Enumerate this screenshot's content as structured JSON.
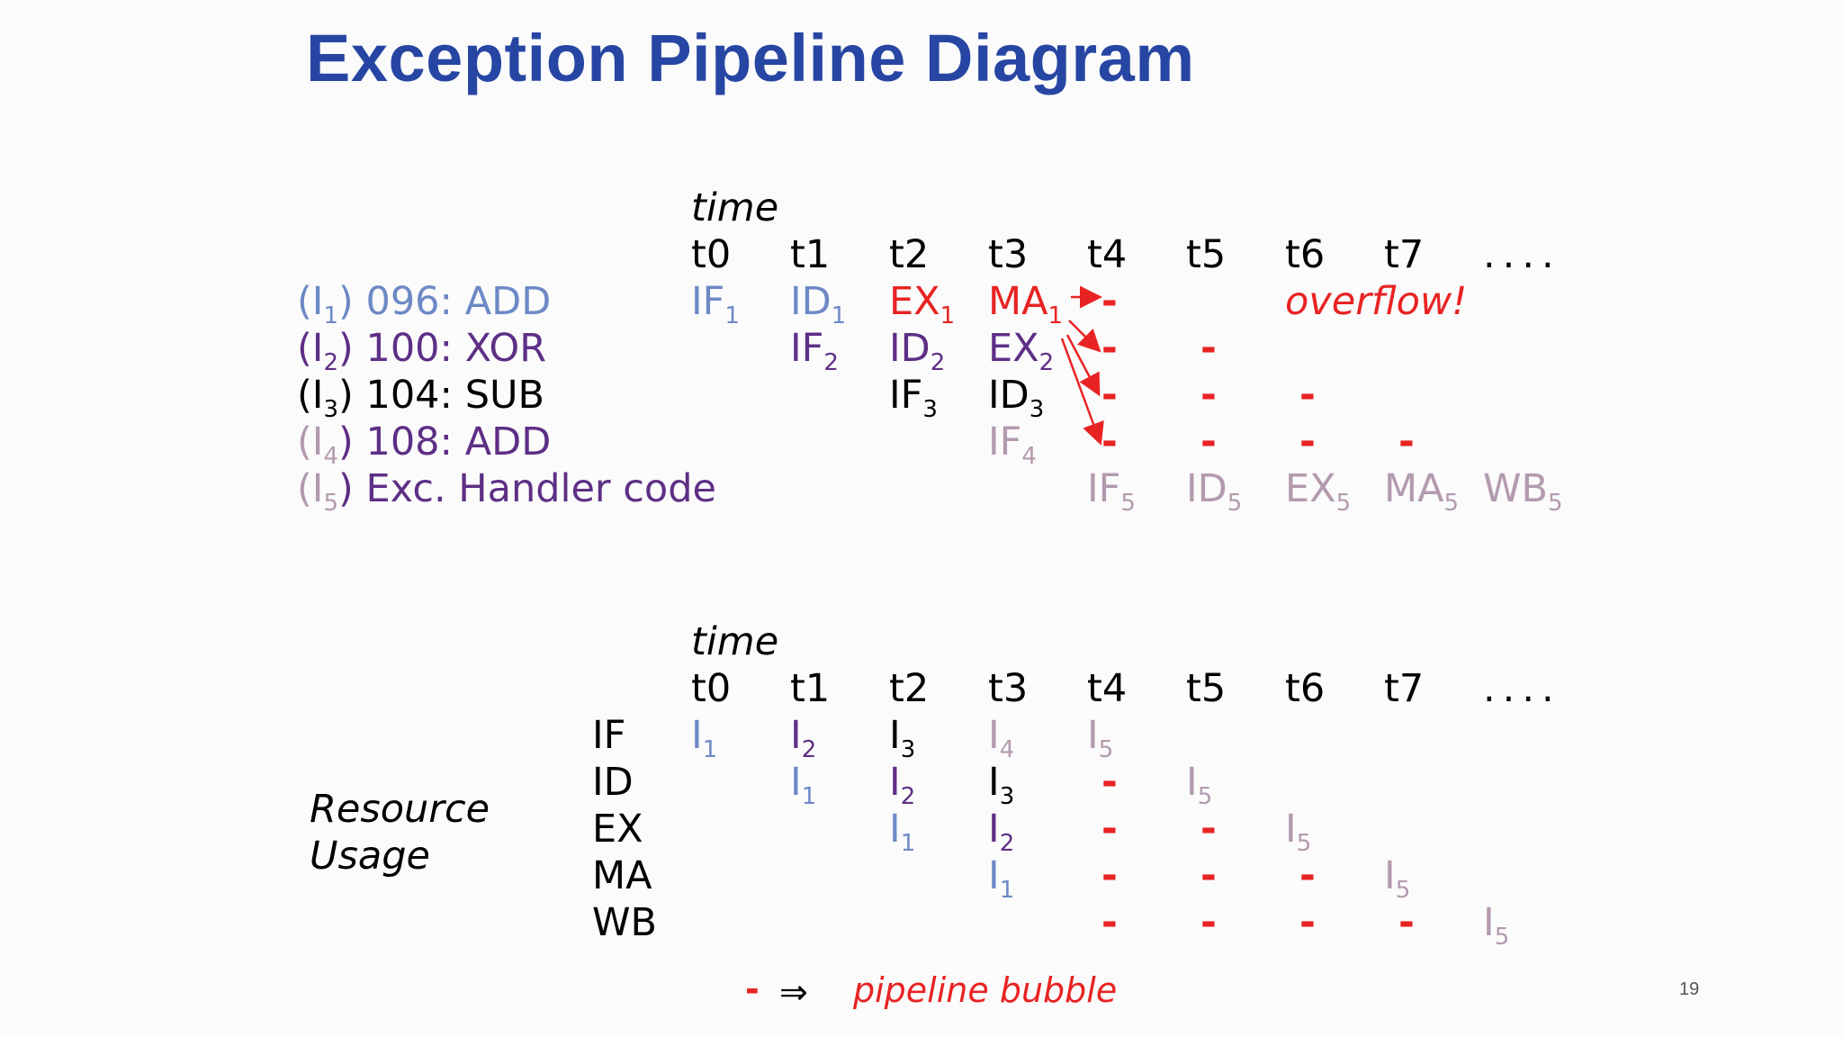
{
  "title": "Exception Pipeline Diagram",
  "page_number": "19",
  "top": {
    "time_label": "time",
    "times": [
      "t0",
      "t1",
      "t2",
      "t3",
      "t4",
      "t5",
      "t6",
      "t7",
      "...."
    ],
    "instructions": [
      {
        "tag": "(I",
        "sub": "1",
        "rest": ") 096: ADD"
      },
      {
        "tag": "(I",
        "sub": "2",
        "rest": ") 100: XOR"
      },
      {
        "tag": "(I",
        "sub": "3",
        "rest": ") 104: SUB"
      },
      {
        "tag": "(I",
        "sub": "4",
        "rest": ") 108: ADD"
      },
      {
        "tag": "(I",
        "sub": "5",
        "rest": ") Exc. Handler code"
      }
    ],
    "overflow_label": "overflow!",
    "stages": {
      "if1": "IF",
      "id1": "ID",
      "ex1": "EX",
      "ma1": "MA",
      "if2": "IF",
      "id2": "ID",
      "ex2": "EX",
      "if3": "IF",
      "id3": "ID",
      "if4": "IF",
      "if5": "IF",
      "id5": "ID",
      "ex5": "EX",
      "ma5": "MA",
      "wb5": "WB"
    },
    "subs": {
      "s1": "1",
      "s2": "2",
      "s3": "3",
      "s4": "4",
      "s5": "5"
    }
  },
  "bottom": {
    "time_label": "time",
    "times": [
      "t0",
      "t1",
      "t2",
      "t3",
      "t4",
      "t5",
      "t6",
      "t7",
      "...."
    ],
    "resource_label_1": "Resource",
    "resource_label_2": "Usage",
    "stages": [
      "IF",
      "ID",
      "EX",
      "MA",
      "WB"
    ],
    "instr_letter": "I"
  },
  "legend": {
    "dash": "-",
    "arrow": "⇒",
    "text": "pipeline bubble"
  },
  "bubble": "-",
  "colors": {
    "title": "#2746a3",
    "i1": "#6d89c6",
    "i2": "#5e2f86",
    "i3": "#000000",
    "i4": "#b39aae",
    "red": "#e82323"
  }
}
